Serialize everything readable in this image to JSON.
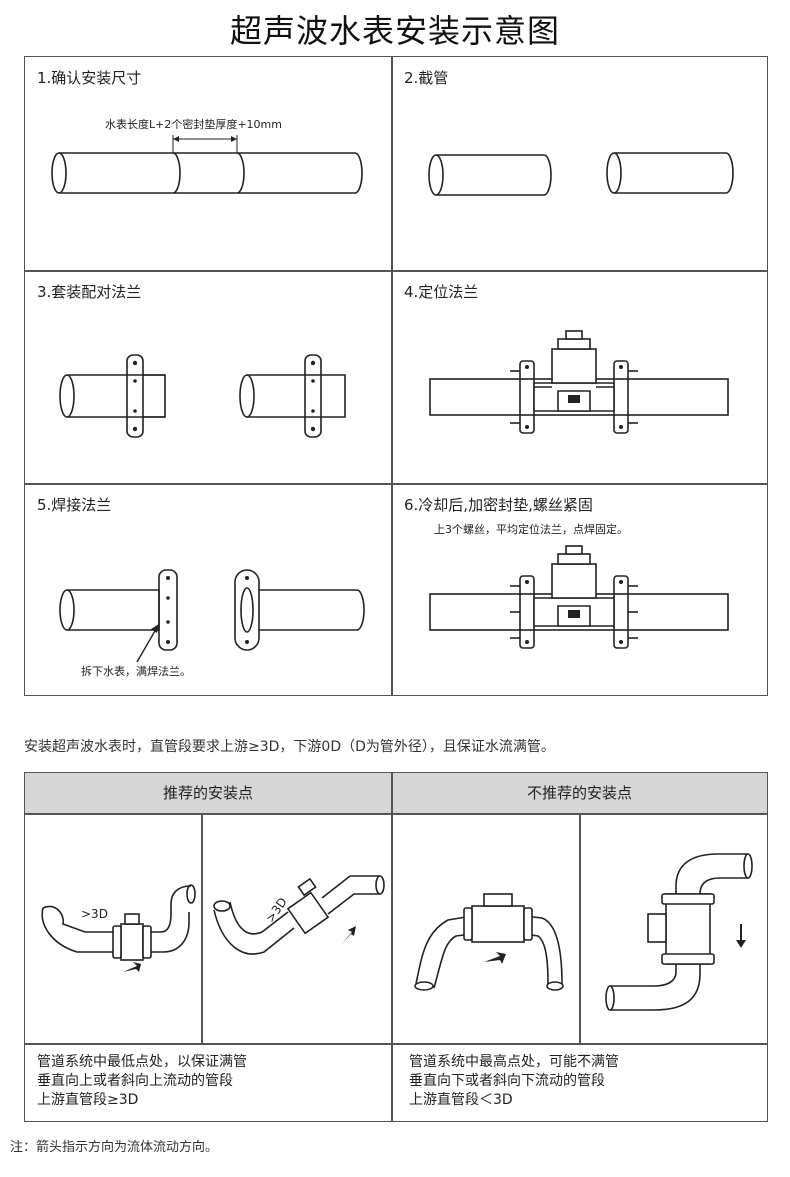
{
  "title": "超声波水表安装示意图",
  "steps": [
    {
      "label": "1.确认安装尺寸",
      "annotation": "水表长度L+2个密封垫厚度+10mm"
    },
    {
      "label": "2.截管"
    },
    {
      "label": "3.套装配对法兰"
    },
    {
      "label": "4.定位法兰",
      "annotation": "上3个螺丝，平均定位法兰，点焊固定。"
    },
    {
      "label": "5.焊接法兰",
      "annotation": "拆下水表，满焊法兰。"
    },
    {
      "label": "6.冷却后,加密封垫,螺丝紧固"
    }
  ],
  "requirement": "安装超声波水表时，直管段要求上游≥3D，下游0D（D为管外径），且保证水流满管。",
  "recommended": {
    "header": "推荐的安装点",
    "desc": [
      "管道系统中最低点处，以保证满管",
      "垂直向上或者斜向上流动的管段",
      "上游直管段≥3D"
    ],
    "marks": [
      ">3D",
      ">3D"
    ]
  },
  "not_recommended": {
    "header": "不推荐的安装点",
    "desc": [
      "管道系统中最高点处，可能不满管",
      "垂直向下或者斜向下流动的管段",
      "上游直管段＜3D"
    ]
  },
  "footnote": "注：箭头指示方向为流体流动方向。",
  "colors": {
    "line": "#222222",
    "border": "#555555",
    "header_bg": "#d6d6d6"
  }
}
